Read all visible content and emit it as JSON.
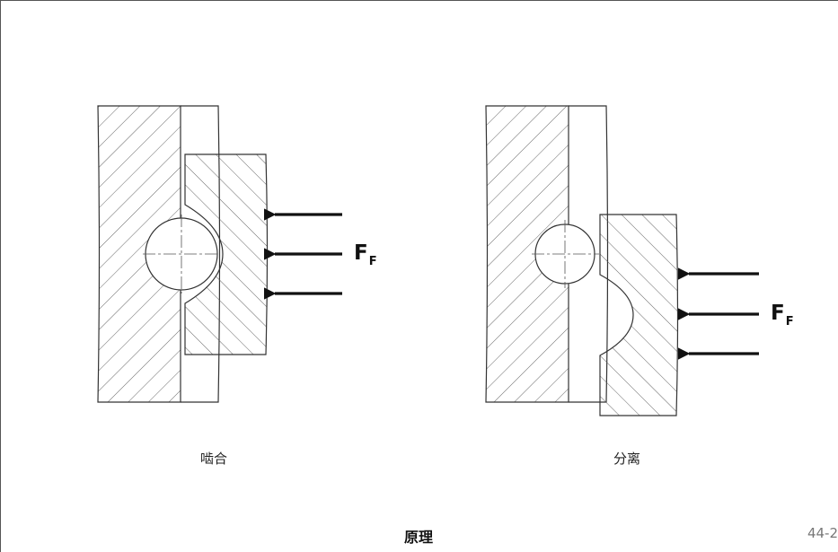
{
  "captions": {
    "engaged": "啮合",
    "separated": "分离"
  },
  "title": "原理",
  "figure_number": "44-2",
  "force_label": {
    "main": "F",
    "subscript": "F"
  }
}
